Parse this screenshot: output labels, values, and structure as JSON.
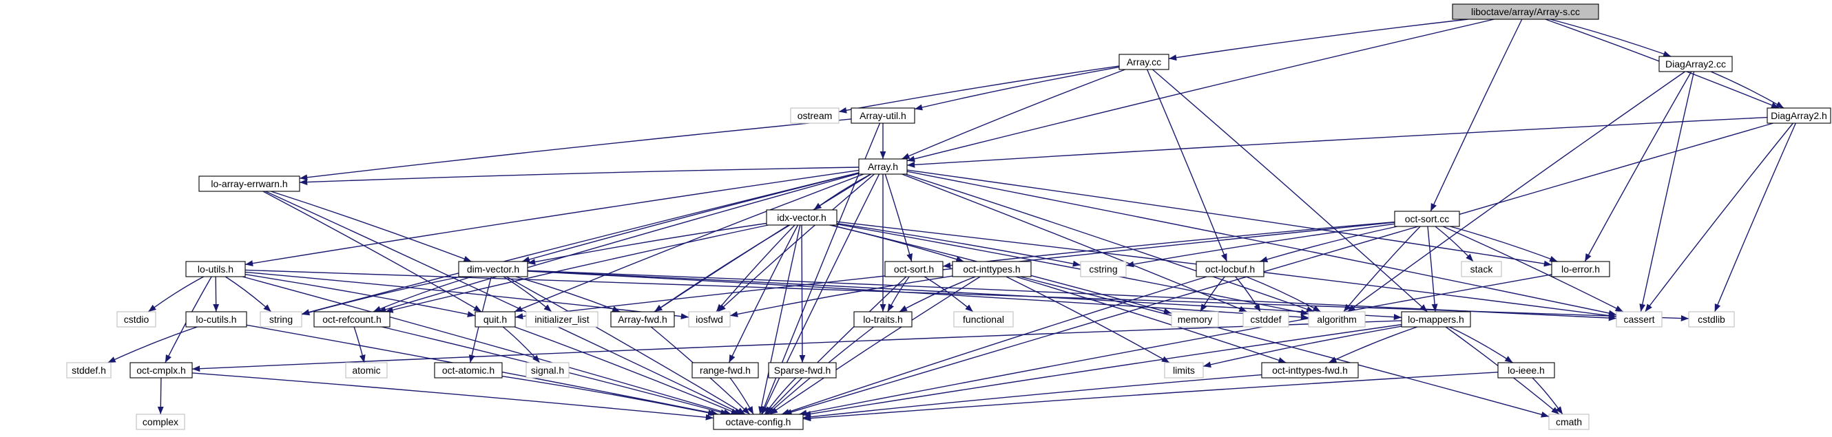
{
  "colors": {
    "edge": "#191970",
    "root_fill": "#bfbfbf",
    "border": "#000000",
    "system_border": "#bfbfbf"
  },
  "nodes": [
    {
      "id": "root",
      "label": "liboctave/array/Array-s.cc",
      "kind": "root"
    },
    {
      "id": "array_cc",
      "label": "Array.cc",
      "kind": "file"
    },
    {
      "id": "diagarray2_cc",
      "label": "DiagArray2.cc",
      "kind": "file"
    },
    {
      "id": "diagarray2_h",
      "label": "DiagArray2.h",
      "kind": "file"
    },
    {
      "id": "ostream",
      "label": "ostream",
      "kind": "system"
    },
    {
      "id": "array_util_h",
      "label": "Array-util.h",
      "kind": "file"
    },
    {
      "id": "array_h",
      "label": "Array.h",
      "kind": "file"
    },
    {
      "id": "lo_array_errwarn_h",
      "label": "lo-array-errwarn.h",
      "kind": "file"
    },
    {
      "id": "idx_vector_h",
      "label": "idx-vector.h",
      "kind": "file"
    },
    {
      "id": "oct_sort_cc",
      "label": "oct-sort.cc",
      "kind": "file"
    },
    {
      "id": "lo_utils_h",
      "label": "lo-utils.h",
      "kind": "file"
    },
    {
      "id": "dim_vector_h",
      "label": "dim-vector.h",
      "kind": "file"
    },
    {
      "id": "oct_sort_h",
      "label": "oct-sort.h",
      "kind": "file"
    },
    {
      "id": "oct_inttypes_h",
      "label": "oct-inttypes.h",
      "kind": "file"
    },
    {
      "id": "cstring",
      "label": "cstring",
      "kind": "system"
    },
    {
      "id": "oct_locbuf_h",
      "label": "oct-locbuf.h",
      "kind": "file"
    },
    {
      "id": "stack",
      "label": "stack",
      "kind": "system"
    },
    {
      "id": "lo_error_h",
      "label": "lo-error.h",
      "kind": "file"
    },
    {
      "id": "cstdio",
      "label": "cstdio",
      "kind": "system"
    },
    {
      "id": "lo_cutils_h",
      "label": "lo-cutils.h",
      "kind": "file"
    },
    {
      "id": "string",
      "label": "string",
      "kind": "system"
    },
    {
      "id": "oct_refcount_h",
      "label": "oct-refcount.h",
      "kind": "file"
    },
    {
      "id": "quit_h",
      "label": "quit.h",
      "kind": "file"
    },
    {
      "id": "initializer_list",
      "label": "initializer_list",
      "kind": "system"
    },
    {
      "id": "array_fwd_h",
      "label": "Array-fwd.h",
      "kind": "file"
    },
    {
      "id": "iosfwd",
      "label": "iosfwd",
      "kind": "system"
    },
    {
      "id": "lo_traits_h",
      "label": "lo-traits.h",
      "kind": "file"
    },
    {
      "id": "functional",
      "label": "functional",
      "kind": "system"
    },
    {
      "id": "memory",
      "label": "memory",
      "kind": "system"
    },
    {
      "id": "cstddef",
      "label": "cstddef",
      "kind": "system"
    },
    {
      "id": "algorithm",
      "label": "algorithm",
      "kind": "system"
    },
    {
      "id": "lo_mappers_h",
      "label": "lo-mappers.h",
      "kind": "file"
    },
    {
      "id": "cassert",
      "label": "cassert",
      "kind": "system"
    },
    {
      "id": "cstdlib",
      "label": "cstdlib",
      "kind": "system"
    },
    {
      "id": "stddef_h",
      "label": "stddef.h",
      "kind": "system"
    },
    {
      "id": "oct_cmplx_h",
      "label": "oct-cmplx.h",
      "kind": "file"
    },
    {
      "id": "atomic",
      "label": "atomic",
      "kind": "system"
    },
    {
      "id": "signal_h",
      "label": "signal.h",
      "kind": "system"
    },
    {
      "id": "oct_atomic_h",
      "label": "oct-atomic.h",
      "kind": "file"
    },
    {
      "id": "range_fwd_h",
      "label": "range-fwd.h",
      "kind": "file"
    },
    {
      "id": "sparse_fwd_h",
      "label": "Sparse-fwd.h",
      "kind": "file"
    },
    {
      "id": "limits",
      "label": "limits",
      "kind": "system"
    },
    {
      "id": "oct_inttypes_fwd_h",
      "label": "oct-inttypes-fwd.h",
      "kind": "file"
    },
    {
      "id": "lo_ieee_h",
      "label": "lo-ieee.h",
      "kind": "file"
    },
    {
      "id": "complex",
      "label": "complex",
      "kind": "system"
    },
    {
      "id": "octave_config_h",
      "label": "octave-config.h",
      "kind": "file"
    },
    {
      "id": "cmath",
      "label": "cmath",
      "kind": "system"
    }
  ],
  "edges": [
    [
      "root",
      "array_cc"
    ],
    [
      "root",
      "array_h"
    ],
    [
      "root",
      "diagarray2_cc"
    ],
    [
      "root",
      "diagarray2_h"
    ],
    [
      "root",
      "oct_sort_cc"
    ],
    [
      "array_cc",
      "ostream"
    ],
    [
      "array_cc",
      "array_util_h"
    ],
    [
      "array_cc",
      "array_h"
    ],
    [
      "array_cc",
      "oct_locbuf_h"
    ],
    [
      "array_cc",
      "lo_mappers_h"
    ],
    [
      "diagarray2_cc",
      "diagarray2_h"
    ],
    [
      "diagarray2_cc",
      "lo_error_h"
    ],
    [
      "diagarray2_cc",
      "algorithm"
    ],
    [
      "diagarray2_cc",
      "cassert"
    ],
    [
      "diagarray2_h",
      "array_h"
    ],
    [
      "diagarray2_h",
      "cassert"
    ],
    [
      "diagarray2_h",
      "cstdlib"
    ],
    [
      "diagarray2_h",
      "octave_config_h"
    ],
    [
      "array_util_h",
      "array_h"
    ],
    [
      "array_util_h",
      "lo_array_errwarn_h"
    ],
    [
      "array_util_h",
      "octave_config_h"
    ],
    [
      "array_h",
      "lo_array_errwarn_h"
    ],
    [
      "array_h",
      "lo_utils_h"
    ],
    [
      "array_h",
      "idx_vector_h"
    ],
    [
      "array_h",
      "dim_vector_h"
    ],
    [
      "array_h",
      "oct_sort_h"
    ],
    [
      "array_h",
      "lo_traits_h"
    ],
    [
      "array_h",
      "string"
    ],
    [
      "array_h",
      "oct_refcount_h"
    ],
    [
      "array_h",
      "quit_h"
    ],
    [
      "array_h",
      "array_fwd_h"
    ],
    [
      "array_h",
      "iosfwd"
    ],
    [
      "array_h",
      "octave_config_h"
    ],
    [
      "array_h",
      "cstddef"
    ],
    [
      "array_h",
      "algorithm"
    ],
    [
      "array_h",
      "lo_error_h"
    ],
    [
      "array_h",
      "cassert"
    ],
    [
      "lo_array_errwarn_h",
      "dim_vector_h"
    ],
    [
      "lo_array_errwarn_h",
      "quit_h"
    ],
    [
      "lo_array_errwarn_h",
      "octave_config_h"
    ],
    [
      "idx_vector_h",
      "dim_vector_h"
    ],
    [
      "idx_vector_h",
      "oct_inttypes_h"
    ],
    [
      "idx_vector_h",
      "cstring"
    ],
    [
      "idx_vector_h",
      "oct_refcount_h"
    ],
    [
      "idx_vector_h",
      "array_fwd_h"
    ],
    [
      "idx_vector_h",
      "iosfwd"
    ],
    [
      "idx_vector_h",
      "range_fwd_h"
    ],
    [
      "idx_vector_h",
      "sparse_fwd_h"
    ],
    [
      "idx_vector_h",
      "memory"
    ],
    [
      "idx_vector_h",
      "algorithm"
    ],
    [
      "idx_vector_h",
      "cassert"
    ],
    [
      "idx_vector_h",
      "octave_config_h"
    ],
    [
      "oct_sort_cc",
      "oct_sort_h"
    ],
    [
      "oct_sort_cc",
      "oct_locbuf_h"
    ],
    [
      "oct_sort_cc",
      "cstring"
    ],
    [
      "oct_sort_cc",
      "stack"
    ],
    [
      "oct_sort_cc",
      "lo_error_h"
    ],
    [
      "oct_sort_cc",
      "algorithm"
    ],
    [
      "oct_sort_cc",
      "lo_mappers_h"
    ],
    [
      "oct_sort_cc",
      "cassert"
    ],
    [
      "oct_sort_cc",
      "quit_h"
    ],
    [
      "lo_utils_h",
      "cstdio"
    ],
    [
      "lo_utils_h",
      "lo_cutils_h"
    ],
    [
      "lo_utils_h",
      "string"
    ],
    [
      "lo_utils_h",
      "quit_h"
    ],
    [
      "lo_utils_h",
      "iosfwd"
    ],
    [
      "lo_utils_h",
      "oct_cmplx_h"
    ],
    [
      "lo_utils_h",
      "cstdlib"
    ],
    [
      "lo_utils_h",
      "octave_config_h"
    ],
    [
      "dim_vector_h",
      "string"
    ],
    [
      "dim_vector_h",
      "oct_refcount_h"
    ],
    [
      "dim_vector_h",
      "initializer_list"
    ],
    [
      "dim_vector_h",
      "array_fwd_h"
    ],
    [
      "dim_vector_h",
      "oct_atomic_h"
    ],
    [
      "dim_vector_h",
      "algorithm"
    ],
    [
      "dim_vector_h",
      "lo_mappers_h"
    ],
    [
      "dim_vector_h",
      "octave_config_h"
    ],
    [
      "dim_vector_h",
      "cassert"
    ],
    [
      "oct_sort_h",
      "lo_traits_h"
    ],
    [
      "oct_sort_h",
      "functional"
    ],
    [
      "oct_sort_h",
      "octave_config_h"
    ],
    [
      "oct_inttypes_h",
      "lo_traits_h"
    ],
    [
      "oct_inttypes_h",
      "iosfwd"
    ],
    [
      "oct_inttypes_h",
      "limits"
    ],
    [
      "oct_inttypes_h",
      "oct_inttypes_fwd_h"
    ],
    [
      "oct_inttypes_h",
      "cmath"
    ],
    [
      "oct_inttypes_h",
      "octave_config_h"
    ],
    [
      "oct_locbuf_h",
      "memory"
    ],
    [
      "oct_locbuf_h",
      "cstddef"
    ],
    [
      "oct_locbuf_h",
      "algorithm"
    ],
    [
      "oct_locbuf_h",
      "octave_config_h"
    ],
    [
      "lo_error_h",
      "octave_config_h"
    ],
    [
      "lo_cutils_h",
      "stddef_h"
    ],
    [
      "lo_cutils_h",
      "octave_config_h"
    ],
    [
      "oct_refcount_h",
      "atomic"
    ],
    [
      "oct_refcount_h",
      "octave_config_h"
    ],
    [
      "quit_h",
      "signal_h"
    ],
    [
      "quit_h",
      "octave_config_h"
    ],
    [
      "array_fwd_h",
      "octave_config_h"
    ],
    [
      "lo_traits_h",
      "octave_config_h"
    ],
    [
      "lo_mappers_h",
      "oct_cmplx_h"
    ],
    [
      "lo_mappers_h",
      "oct_inttypes_fwd_h"
    ],
    [
      "lo_mappers_h",
      "limits"
    ],
    [
      "lo_mappers_h",
      "lo_ieee_h"
    ],
    [
      "lo_mappers_h",
      "cmath"
    ],
    [
      "lo_mappers_h",
      "octave_config_h"
    ],
    [
      "oct_cmplx_h",
      "complex"
    ],
    [
      "oct_cmplx_h",
      "octave_config_h"
    ],
    [
      "oct_atomic_h",
      "octave_config_h"
    ],
    [
      "range_fwd_h",
      "octave_config_h"
    ],
    [
      "sparse_fwd_h",
      "octave_config_h"
    ],
    [
      "oct_inttypes_fwd_h",
      "octave_config_h"
    ],
    [
      "lo_ieee_h",
      "cmath"
    ],
    [
      "lo_ieee_h",
      "octave_config_h"
    ]
  ]
}
